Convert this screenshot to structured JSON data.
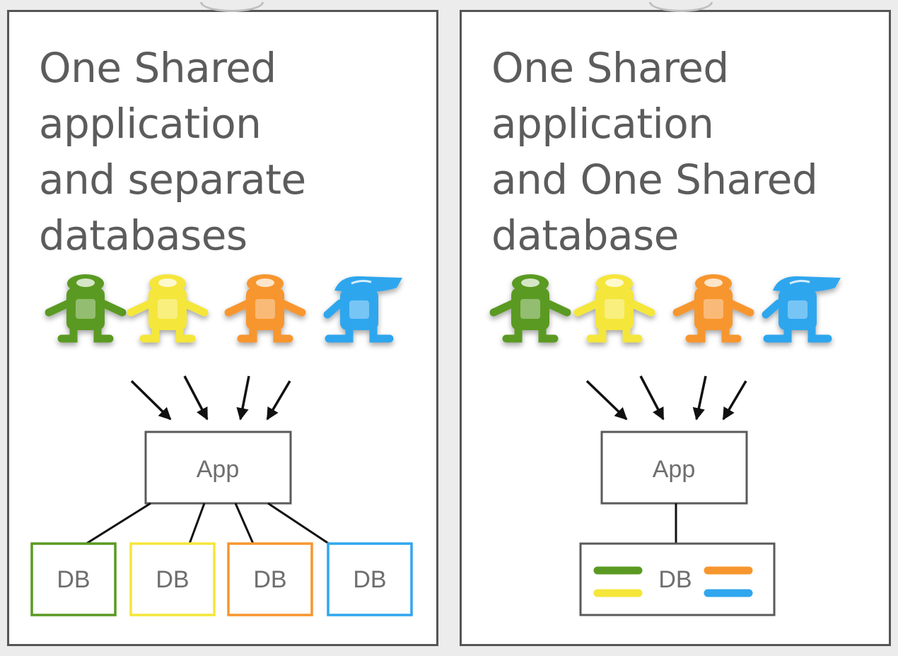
{
  "panels": [
    {
      "id": "separate-databases",
      "title_lines": [
        "One Shared",
        "application",
        "and separate",
        "databases"
      ],
      "app_label": "App",
      "db_label": "DB",
      "tenant_colors": [
        "#5a9a22",
        "#f5e63a",
        "#f7962e",
        "#2fa6ee"
      ]
    },
    {
      "id": "shared-database",
      "title_lines": [
        "One Shared",
        "application",
        "and One Shared",
        "database"
      ],
      "app_label": "App",
      "db_label": "DB",
      "tenant_colors": [
        "#5a9a22",
        "#f5e63a",
        "#f7962e",
        "#2fa6ee"
      ]
    }
  ],
  "colors": {
    "tenant_green": "#5a9a22",
    "tenant_yellow": "#f5e63a",
    "tenant_orange": "#f7962e",
    "tenant_blue": "#2fa6ee",
    "title_text": "#5c5c5c",
    "box_border": "#5a5a5a"
  },
  "icons": [
    "tenant-figure-icon",
    "arrow-icon"
  ]
}
